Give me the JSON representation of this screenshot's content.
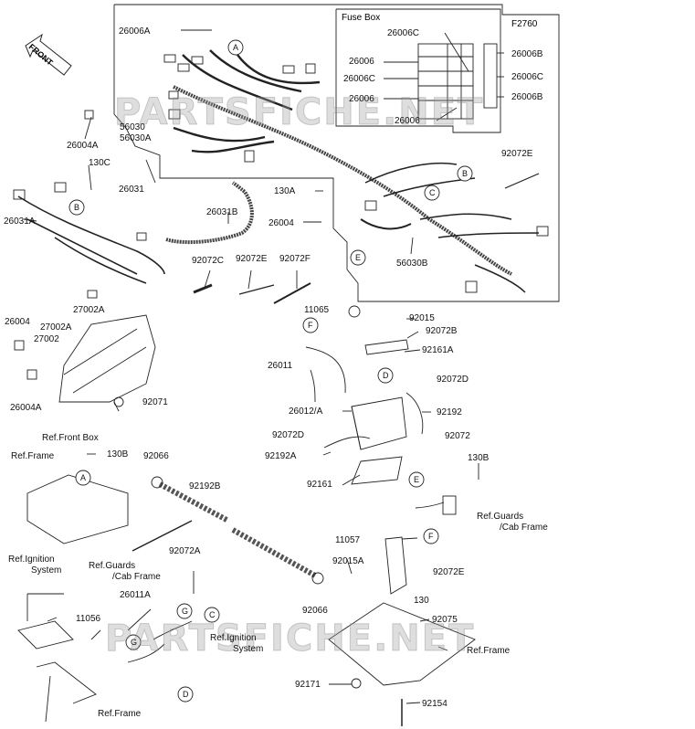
{
  "figure_code": "F2760",
  "fuse_box_title": "Fuse Box",
  "front_label": "FRONT",
  "watermark": "PARTSFICHE.NET",
  "callouts": [
    "A",
    "B",
    "C",
    "D",
    "E",
    "F",
    "G"
  ],
  "labels": {
    "l26006A": "26006A",
    "l26004A_top": "26004A",
    "l130C": "130C",
    "l26031": "26031",
    "l56030": "56030",
    "l56030A": "56030A",
    "l26031A": "26031A",
    "l26031B": "26031B",
    "l130A": "130A",
    "l26004_mid": "26004",
    "l56030B": "56030B",
    "l92072E_top": "92072E",
    "l92072C": "92072C",
    "l92072E_mid": "92072E",
    "l92072F": "92072F",
    "l26006C_fb1": "26006C",
    "l26006_fb1": "26006",
    "l26006C_fb2": "26006C",
    "l26006_fb2": "26006",
    "l26006_fb3": "26006",
    "l26006B_fb1": "26006B",
    "l26006C_fb3": "26006C",
    "l26006B_fb2": "26006B",
    "l27002A_1": "27002A",
    "l26004_left": "26004",
    "l27002A_2": "27002A",
    "l27002": "27002",
    "l26004A_left": "26004A",
    "l92071": "92071",
    "ref_front_box": "Ref.Front Box",
    "l11065": "11065",
    "l92015": "92015",
    "l92072B": "92072B",
    "l92161A": "92161A",
    "l26011": "26011",
    "l92072D_r": "92072D",
    "l26012A": "26012/A",
    "l92192": "92192",
    "l92072D_l": "92072D",
    "l92072": "92072",
    "l92192A": "92192A",
    "l92161": "92161",
    "l130B_r": "130B",
    "ref_frame_1": "Ref.Frame",
    "l130B_l": "130B",
    "l92066_top": "92066",
    "l92192B": "92192B",
    "ref_guards_r1": "Ref.Guards",
    "ref_cab_r1": "/Cab Frame",
    "l11057": "11057",
    "l92072A": "92072A",
    "ref_ignition_1": "Ref.Ignition",
    "ref_system_1": "System",
    "ref_guards_2": "Ref.Guards",
    "ref_cab_2": "/Cab Frame",
    "l92072E_bot": "92072E",
    "l130": "130",
    "l92015A": "92015A",
    "l11056": "11056",
    "l26011A": "26011A",
    "ref_ignition_2": "Ref.Ignition",
    "ref_system_2": "System",
    "l92066_bot": "92066",
    "l92075": "92075",
    "ref_frame_2": "Ref.Frame",
    "ref_frame_3": "Ref.Frame",
    "l92171": "92171",
    "l92154": "92154"
  }
}
